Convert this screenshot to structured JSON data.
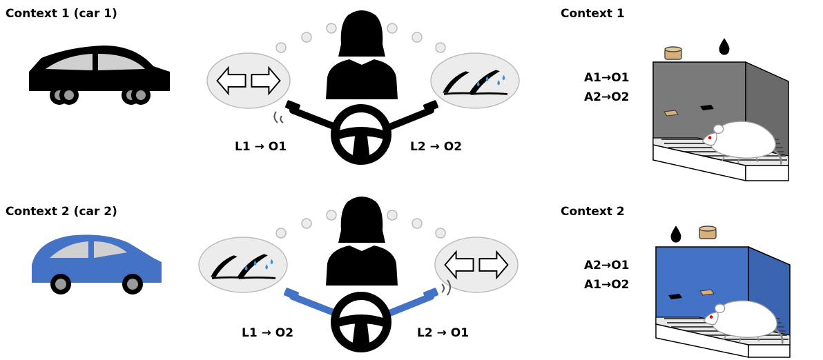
{
  "colors": {
    "black": "#000000",
    "car2_blue": "#4472c4",
    "car_window_gray": "#d0d0d0",
    "bubble_gray": "#ececec",
    "box_wall_gray": "#7a7a7a",
    "box_wall_blue": "#4472c4",
    "food_tan": "#d6b07a",
    "water_blue": "#3e8fd1"
  },
  "context1": {
    "car_title": "Context 1 (car 1)",
    "rule_left": "L1 → O1",
    "rule_right": "L2 → O2",
    "rat_title": "Context 1",
    "rat_rule_1": "A1→O1",
    "rat_rule_2": "A2→O2"
  },
  "context2": {
    "car_title": "Context 2 (car 2)",
    "rule_left": "L1 → O2",
    "rule_right": "L2 → O1",
    "rat_title": "Context 2",
    "rat_rule_1": "A2→O1",
    "rat_rule_2": "A1→O2"
  },
  "icons": [
    "car-icon",
    "person-icon",
    "steering-wheel-icon",
    "lever-icon",
    "turn-signal-arrows-icon",
    "wipers-icon",
    "operant-box-icon",
    "rat-icon",
    "food-pellet-icon",
    "water-drop-icon"
  ]
}
